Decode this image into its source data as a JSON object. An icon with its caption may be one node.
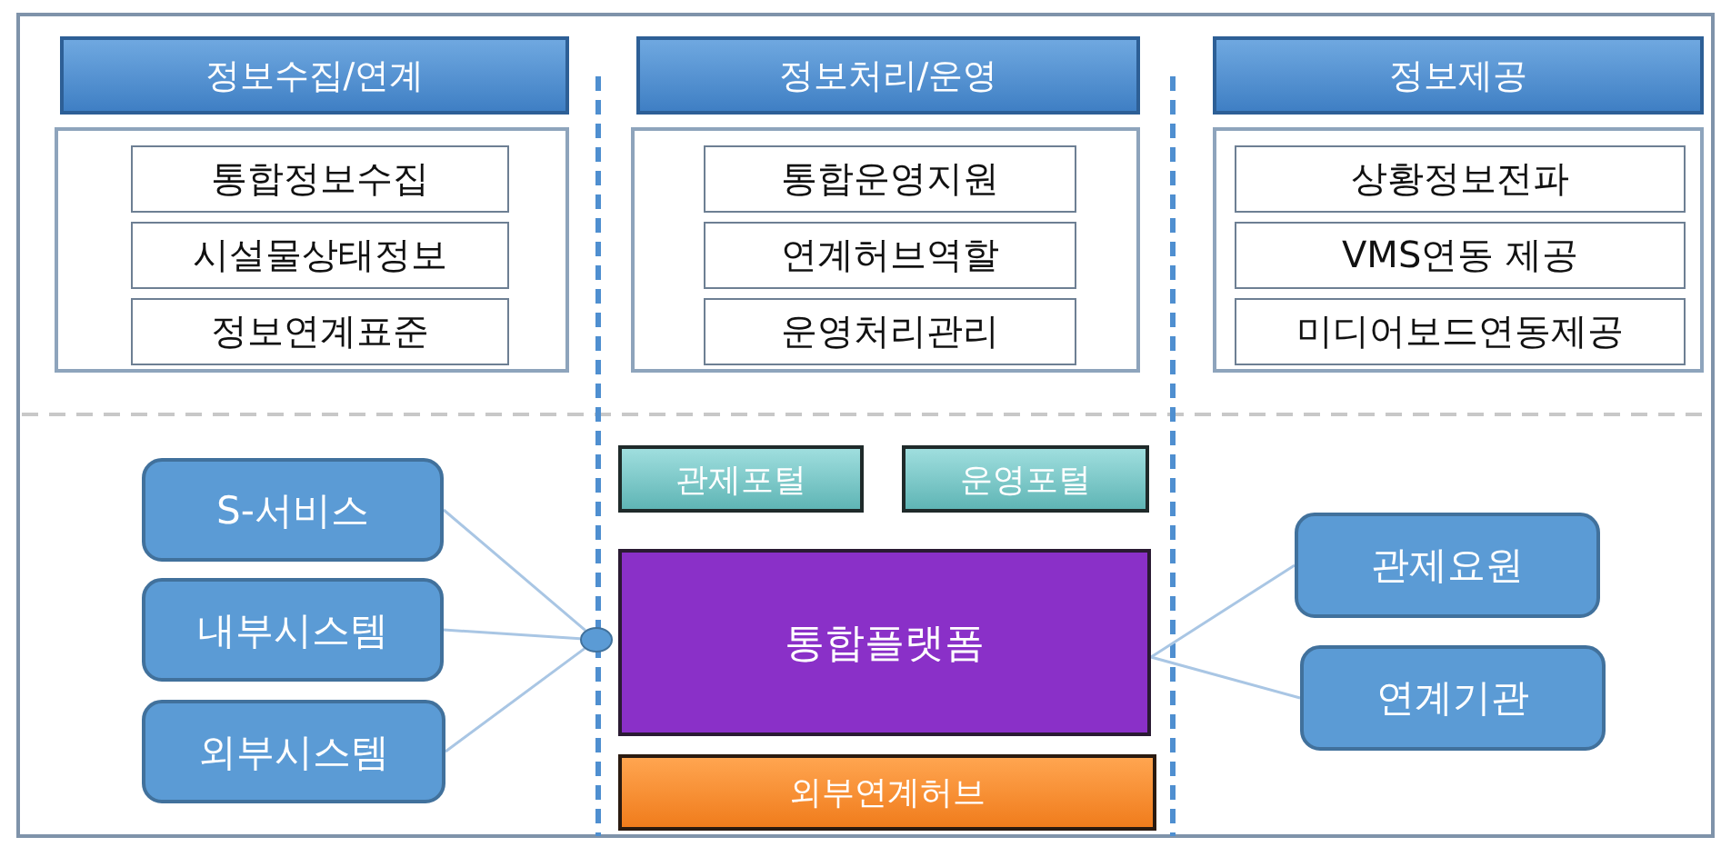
{
  "diagram": {
    "nodes": [
      {
        "text": [
          "정보수집/연계"
        ]
      },
      {
        "text": [],
        "shape": "box"
      },
      {
        "text": [
          "통합정보수집"
        ],
        "in": 1
      },
      {
        "text": [
          "시설물상태정보"
        ],
        "in": 1
      },
      {
        "text": [
          "정보연계표준"
        ],
        "in": 1
      },
      {
        "text": [
          "정보처리/운영"
        ]
      },
      {
        "text": [],
        "shape": "box"
      },
      {
        "text": [
          "통합운영지원"
        ],
        "in": 6
      },
      {
        "text": [
          "연계허브역할"
        ],
        "in": 6
      },
      {
        "text": [
          "운영처리관리"
        ],
        "in": 6
      },
      {
        "text": [
          "정보제공"
        ]
      },
      {
        "text": [],
        "shape": "box"
      },
      {
        "text": [
          "상황정보전파"
        ],
        "in": 11
      },
      {
        "text": [
          "VMS연동 제공"
        ],
        "in": 11
      },
      {
        "text": [
          "미디어보드연동제공"
        ],
        "in": 11
      },
      {
        "text": [
          "S-서비스"
        ]
      },
      {
        "text": [
          "내부시스템"
        ]
      },
      {
        "text": [
          "외부시스템"
        ]
      },
      {
        "text": [],
        "shape": "circle"
      },
      {
        "text": [
          "관제포털"
        ]
      },
      {
        "text": [
          "운영포털"
        ]
      },
      {
        "text": [
          "통합플랫폼"
        ]
      },
      {
        "text": [
          "외부연계허브"
        ]
      },
      {
        "text": [
          "관제요원"
        ]
      },
      {
        "text": [
          "연계기관"
        ]
      }
    ],
    "edges": [
      {
        "from": 15,
        "to": 18,
        "arrow": "none"
      },
      {
        "from": 16,
        "to": 18,
        "arrow": "none"
      },
      {
        "from": 17,
        "to": 18,
        "arrow": "none"
      },
      {
        "from": 21,
        "to": 23,
        "arrow": "none"
      },
      {
        "from": 21,
        "to": 24,
        "arrow": "none"
      }
    ]
  }
}
